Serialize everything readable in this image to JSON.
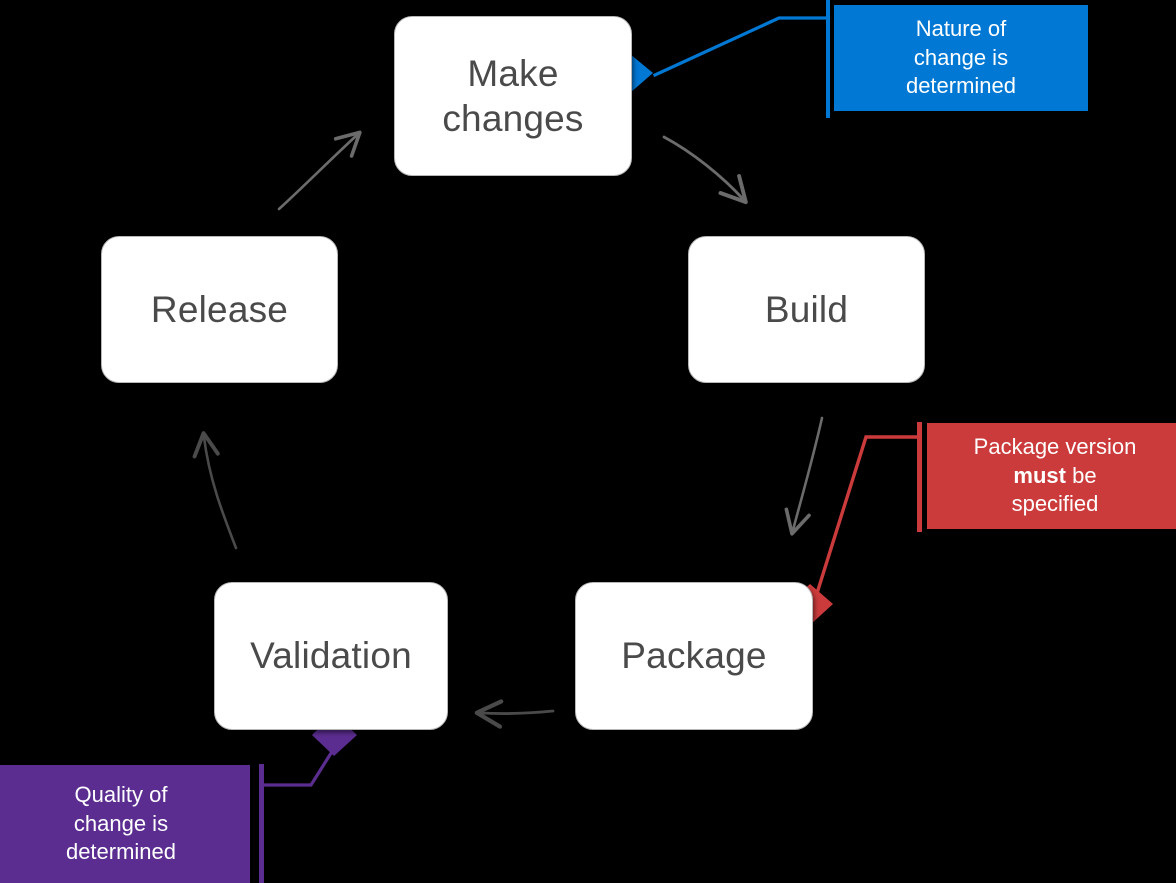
{
  "diagram": {
    "title": "DevOps change lifecycle loop",
    "background_color": "#000000"
  },
  "nodes": [
    {
      "id": "make-changes",
      "label_line1": "Make",
      "label_line2": "changes"
    },
    {
      "id": "build",
      "label": "Build"
    },
    {
      "id": "package",
      "label": "Package"
    },
    {
      "id": "validation",
      "label": "Validation"
    },
    {
      "id": "release",
      "label": "Release"
    }
  ],
  "node_labels": {
    "make_changes_line1": "Make",
    "make_changes_line2": "changes",
    "build": "Build",
    "package": "Package",
    "validation": "Validation",
    "release": "Release"
  },
  "callouts": [
    {
      "id": "nature",
      "color": "#0078D4",
      "line1": "Nature of",
      "line2": "change is",
      "line3": "determined",
      "attached_to": "make-changes"
    },
    {
      "id": "package-version",
      "color": "#CC3B3B",
      "line1": "Package version",
      "line2_bold": "must",
      "line2_rest": " be",
      "line3": "specified",
      "attached_to": "package"
    },
    {
      "id": "quality",
      "color": "#5C2D91",
      "line1": "Quality of",
      "line2": "change is",
      "line3": "determined",
      "attached_to": "validation"
    }
  ],
  "callout_text": {
    "nature": "Nature of\nchange is\ndetermined",
    "package_prefix": "Package version",
    "package_bold": "must",
    "package_suffix": " be",
    "package_last": "specified",
    "quality": "Quality of\nchange is\ndetermined"
  },
  "flow_arrows": [
    {
      "from": "release",
      "to": "make-changes",
      "color": "#6b6b6b"
    },
    {
      "from": "make-changes",
      "to": "build",
      "color": "#6b6b6b"
    },
    {
      "from": "build",
      "to": "package",
      "color": "#6b6b6b"
    },
    {
      "from": "package",
      "to": "validation",
      "color": "#4a4a4a"
    },
    {
      "from": "validation",
      "to": "release",
      "color": "#4a4a4a"
    }
  ],
  "colors": {
    "blue": "#0078D4",
    "red": "#CC3B3B",
    "purple": "#5C2D91",
    "arrow_gray": "#6b6b6b",
    "node_text": "#4a4a4a",
    "node_fill": "#ffffff",
    "node_border": "#b7b7b7"
  }
}
